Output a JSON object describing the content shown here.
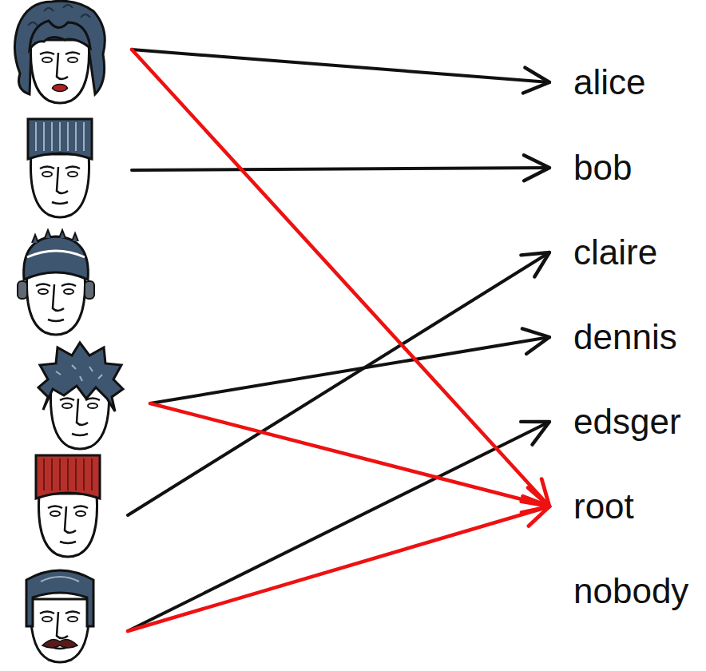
{
  "diagram": {
    "nodes": [
      {
        "text": []
      },
      {
        "text": []
      },
      {
        "text": []
      },
      {
        "text": []
      },
      {
        "text": []
      },
      {
        "text": []
      },
      {
        "text": [
          "alice"
        ]
      },
      {
        "text": [
          "bob"
        ]
      },
      {
        "text": [
          "claire"
        ]
      },
      {
        "text": [
          "dennis"
        ]
      },
      {
        "text": [
          "edsger"
        ]
      },
      {
        "text": [
          "root"
        ]
      },
      {
        "text": [
          "nobody"
        ]
      }
    ],
    "edges": [
      {
        "from": 0,
        "to": 6,
        "arrow": "to"
      },
      {
        "from": 0,
        "to": 11,
        "arrow": "to"
      },
      {
        "from": 1,
        "to": 7,
        "arrow": "to"
      },
      {
        "from": 3,
        "to": 9,
        "arrow": "to"
      },
      {
        "from": 3,
        "to": 11,
        "arrow": "to"
      },
      {
        "from": 4,
        "to": 8,
        "arrow": "to"
      },
      {
        "from": 5,
        "to": 10,
        "arrow": "to"
      },
      {
        "from": 5,
        "to": 11,
        "arrow": "to"
      }
    ]
  }
}
